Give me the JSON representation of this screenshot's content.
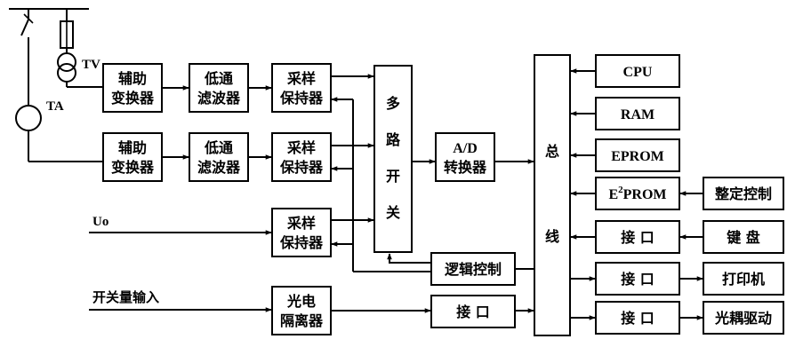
{
  "labels": {
    "tv": "TV",
    "ta": "TA",
    "uo": "Uo",
    "switch_input": "开关量输入"
  },
  "blocks": {
    "aux1": [
      "辅助",
      "变换器"
    ],
    "aux2": [
      "辅助",
      "变换器"
    ],
    "lpf1": [
      "低通",
      "滤波器"
    ],
    "lpf2": [
      "低通",
      "滤波器"
    ],
    "sh1": [
      "采样",
      "保持器"
    ],
    "sh2": [
      "采样",
      "保持器"
    ],
    "sh3": [
      "采样",
      "保持器"
    ],
    "mux": [
      "多",
      "路",
      "开",
      "关"
    ],
    "adc": [
      "A/D",
      "转换器"
    ],
    "bus": [
      "总",
      "线"
    ],
    "logic": "逻辑控制",
    "opto": [
      "光电",
      "隔离器"
    ],
    "iface_in": "接 口",
    "cpu": "CPU",
    "ram": "RAM",
    "eprom": "EPROM",
    "e2prom": {
      "main": "E",
      "sup": "2",
      "rest": "PROM"
    },
    "setting": "整定控制",
    "iface1": "接 口",
    "iface2": "接 口",
    "iface3": "接 口",
    "keyboard": "键 盘",
    "printer": "打印机",
    "optodrive": "光耦驱动"
  }
}
